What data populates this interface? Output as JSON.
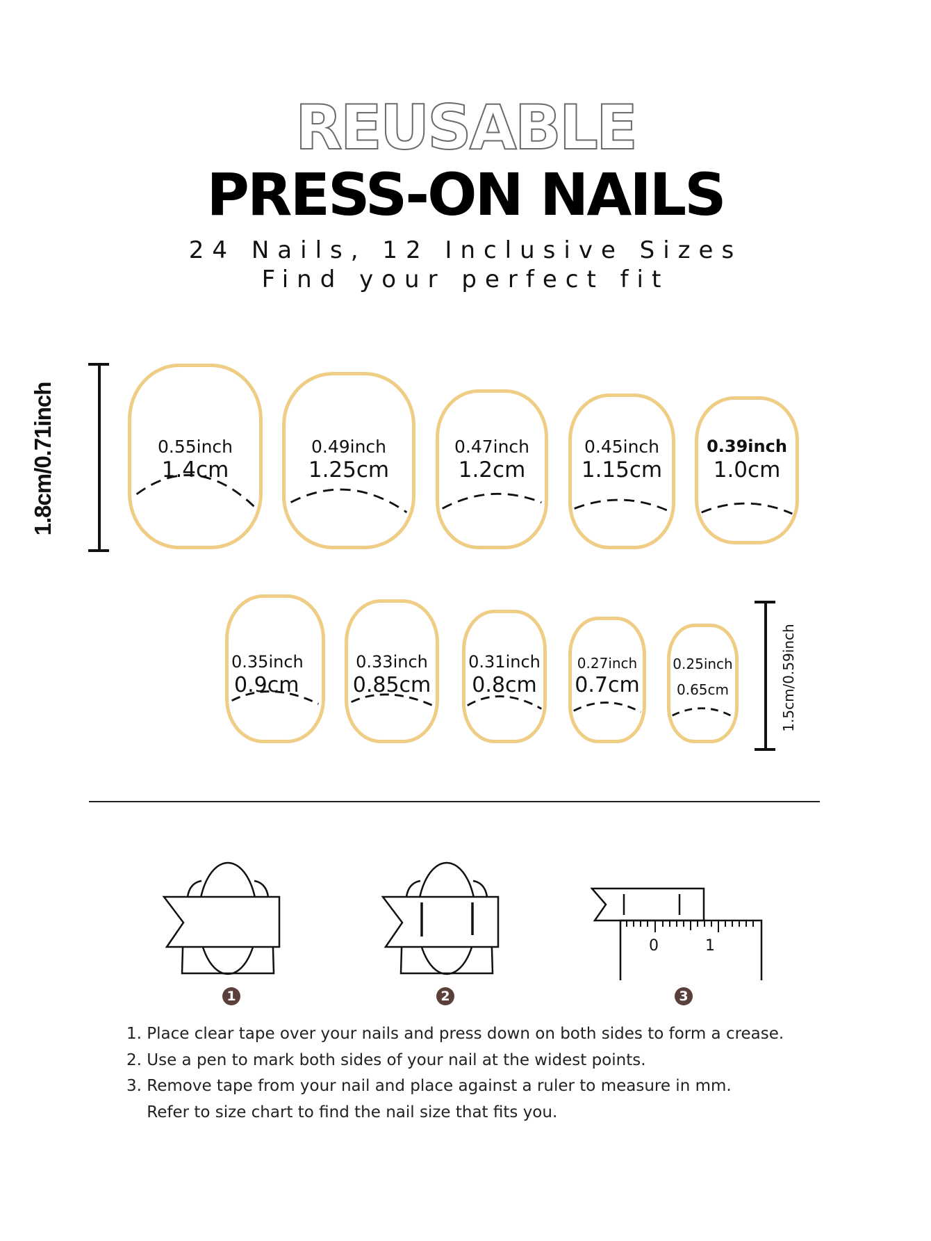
{
  "header": {
    "title_outline": "REUSABLE",
    "title_main": "PRESS-ON NAILS",
    "subtitle_line1": "24 Nails, 12 Inclusive Sizes",
    "subtitle_line2": "Find your perfect fit"
  },
  "colors": {
    "nail_outline": "#efcd85",
    "badge": "#5a3f3a",
    "text": "#111111"
  },
  "size_chart": {
    "row1": {
      "height_label": "1.8cm/0.71inch",
      "nails": [
        {
          "inch": "0.55inch",
          "cm": "1.4cm"
        },
        {
          "inch": "0.49inch",
          "cm": "1.25cm"
        },
        {
          "inch": "0.47inch",
          "cm": "1.2cm"
        },
        {
          "inch": "0.45inch",
          "cm": "1.15cm"
        },
        {
          "inch": "0.39inch",
          "cm": "1.0cm"
        }
      ]
    },
    "row2": {
      "height_label": "1.5cm/0.59inch",
      "nails": [
        {
          "inch": "0.35inch",
          "cm": "0.9cm"
        },
        {
          "inch": "0.33inch",
          "cm": "0.85cm"
        },
        {
          "inch": "0.31inch",
          "cm": "0.8cm"
        },
        {
          "inch": "0.27inch",
          "cm": "0.7cm"
        },
        {
          "inch": "0.25inch",
          "cm": "0.65cm"
        }
      ]
    }
  },
  "steps": {
    "icons": [
      {
        "badge": "1",
        "icon": "tape-over-nail-icon"
      },
      {
        "badge": "2",
        "icon": "tape-marked-nail-icon"
      },
      {
        "badge": "3",
        "icon": "tape-on-ruler-icon"
      }
    ],
    "ruler_labels": [
      "0",
      "1"
    ],
    "instructions": [
      "1. Place clear tape over your nails and press down on both sides to form a crease.",
      "2. Use a pen to mark both sides of your nail at the widest points.",
      "3. Remove tape from your nail and place against a ruler to measure in mm.",
      "    Refer to size chart to find the nail size that fits you."
    ]
  }
}
